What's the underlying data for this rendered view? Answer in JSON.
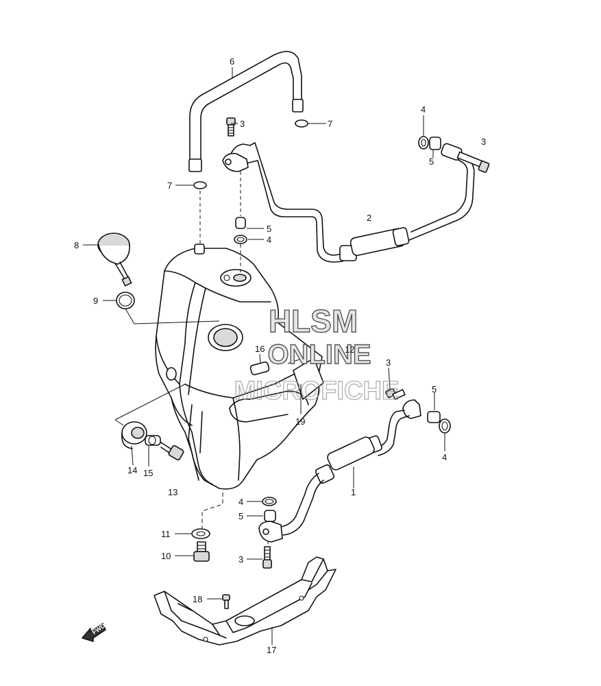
{
  "watermark": {
    "line1": "HLSM",
    "line2": "ONLINE",
    "line3": "MICROFICHE"
  },
  "fwd_badge": "FWD",
  "callouts": {
    "c1": "1",
    "c2": "2",
    "c3a": "3",
    "c3b": "3",
    "c3c": "3",
    "c3d": "3",
    "c4a": "4",
    "c4b": "4",
    "c4c": "4",
    "c4d": "4",
    "c5a": "5",
    "c5b": "5",
    "c5c": "5",
    "c5d": "5",
    "c6": "6",
    "c7a": "7",
    "c7b": "7",
    "c8": "8",
    "c9": "9",
    "c10": "10",
    "c11": "11",
    "c12": "12",
    "c13": "13",
    "c14": "14",
    "c15": "15",
    "c16": "16",
    "c17": "17",
    "c18": "18",
    "c19": "19"
  },
  "icons": {
    "fwd": "fwd-arrow-icon"
  },
  "colors": {
    "line": "#111111",
    "watermark": "#9a9a9a"
  }
}
